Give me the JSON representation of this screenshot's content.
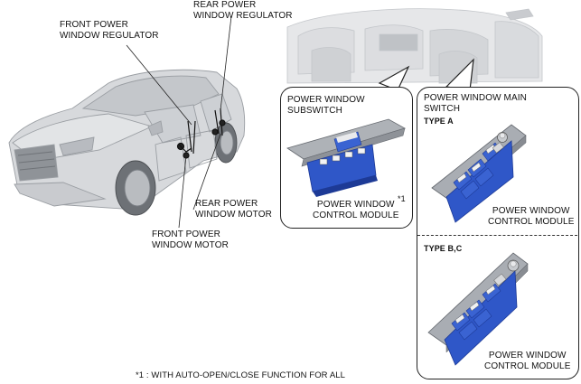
{
  "labels": {
    "front_regulator": "FRONT POWER\nWINDOW REGULATOR",
    "rear_regulator": "REAR POWER\nWINDOW REGULATOR",
    "rear_motor": "REAR POWER\nWINDOW MOTOR",
    "front_motor": "FRONT POWER\nWINDOW MOTOR",
    "subswitch_title": "POWER WINDOW\nSUBSWITCH",
    "subswitch_module": "POWER WINDOW\nCONTROL MODULE",
    "subswitch_note_marker": "*1",
    "main_switch_title": "POWER WINDOW MAIN\nSWITCH",
    "type_a": "TYPE A",
    "type_a_module": "POWER WINDOW\nCONTROL MODULE",
    "type_bc": "TYPE B,C",
    "type_bc_module": "POWER WINDOW\nCONTROL MODULE"
  },
  "footnote": "*1 : WITH AUTO-OPEN/CLOSE FUNCTION FOR ALL",
  "colors": {
    "switch_blue": "#2f57c8",
    "switch_blue_dark": "#1d3a96",
    "bezel_gray": "#a9adb3",
    "car_gray": "#d7d9dc"
  }
}
